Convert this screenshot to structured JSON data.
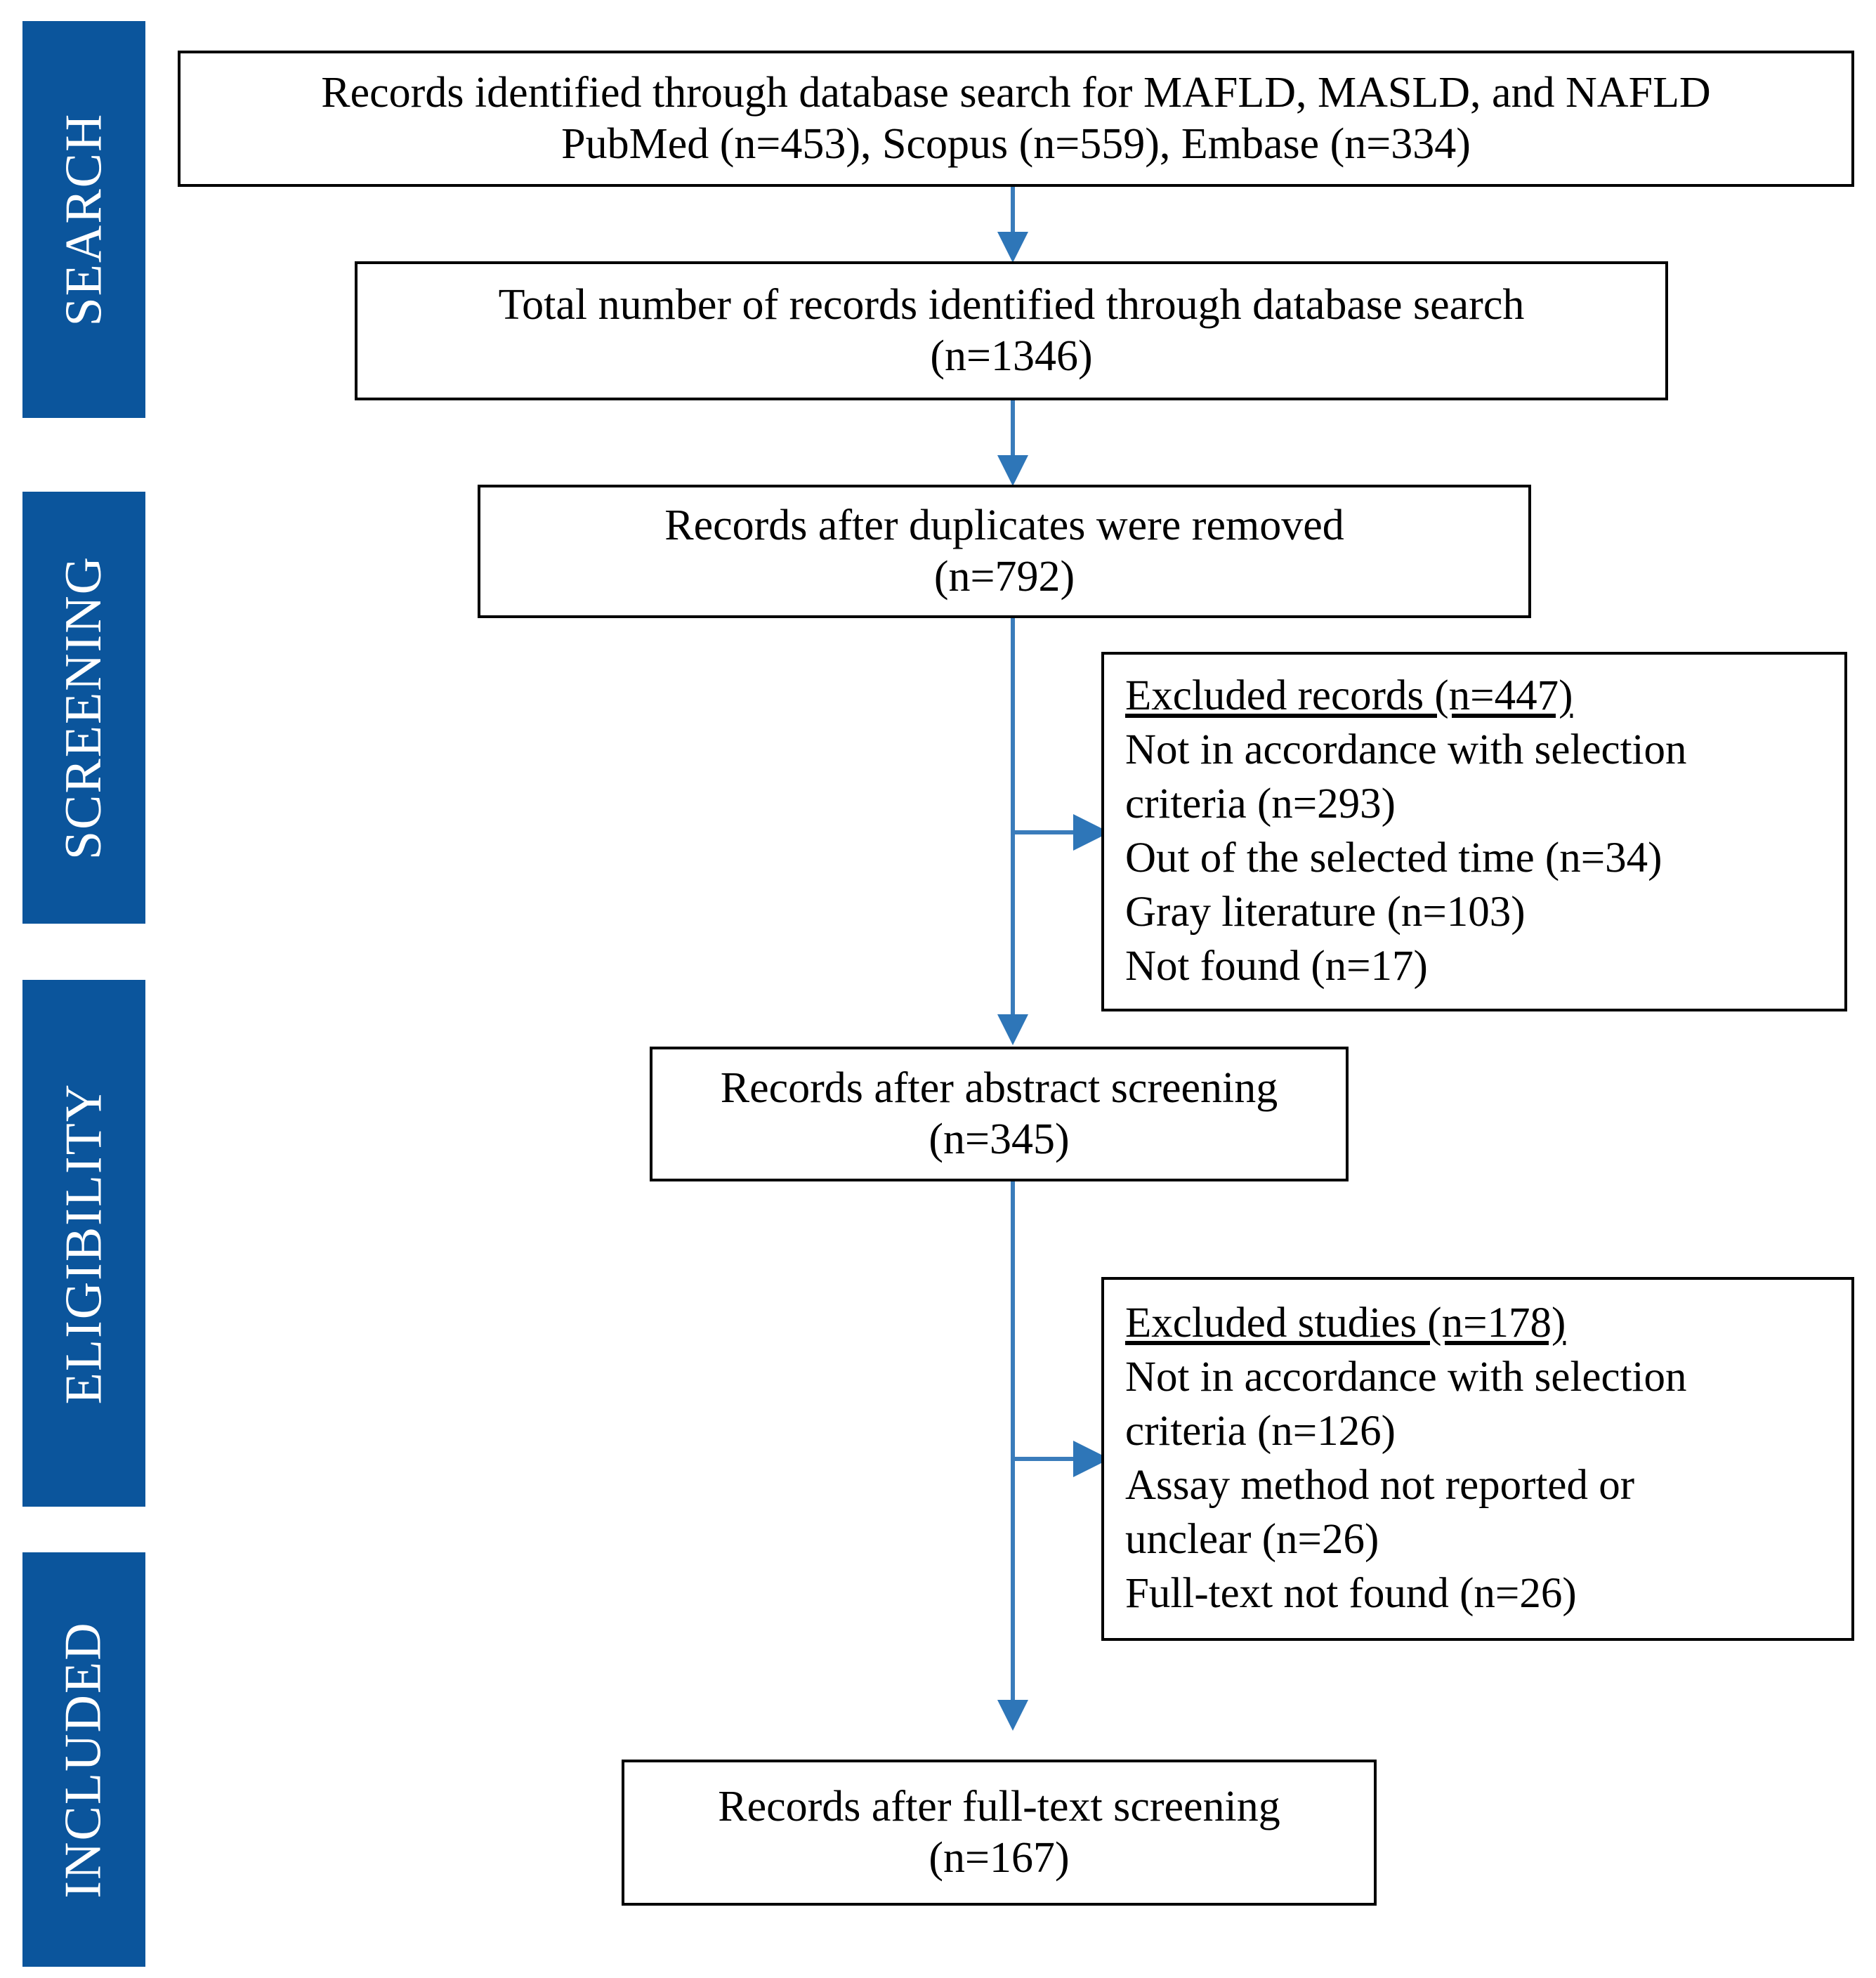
{
  "diagram": {
    "title": "PRISMA study selection flow diagram",
    "accent_blue": "#0b559c",
    "connector_blue": "#2e76b8",
    "box_border": "#000000"
  },
  "stages": [
    {
      "id": "search",
      "label": "SEARCH"
    },
    {
      "id": "screening",
      "label": "SCREENING"
    },
    {
      "id": "eligibility",
      "label": "ELIGIBILITY"
    },
    {
      "id": "included",
      "label": "INCLUDED"
    }
  ],
  "boxes": {
    "identified": {
      "line1": "Records identified through database search for MAFLD, MASLD, and NAFLD",
      "line2": "PubMed (n=453), Scopus (n=559), Embase (n=334)"
    },
    "total": {
      "line1": "Total number of records identified through database search",
      "line2": "(n=1346)"
    },
    "duplicates": {
      "line1": "Records after duplicates were removed",
      "line2": "(n=792)"
    },
    "abstract_screened": {
      "line1": "Records after abstract screening",
      "line2": "(n=345)"
    },
    "fulltext_screened": {
      "line1": "Records after full-text screening",
      "line2": "(n=167)"
    },
    "excluded_records": {
      "header": "Excluded records (n=447)",
      "line1": "Not in accordance with selection",
      "line2": "criteria (n=293)",
      "line3": "Out of the selected time (n=34)",
      "line4": "Gray literature (n=103)",
      "line5": "Not found (n=17)"
    },
    "excluded_studies": {
      "header": "Excluded studies (n=178)",
      "line1": "Not in accordance with selection",
      "line2": "criteria (n=126)",
      "line3": "Assay method not reported or",
      "line4": "unclear (n=26)",
      "line5": "Full-text not found (n=26)"
    }
  },
  "chart_data": {
    "type": "diagram",
    "title": "PRISMA flow of records through identification, screening, eligibility and inclusion",
    "nodes": [
      {
        "id": "identified",
        "stage": "SEARCH",
        "n_total": 1346,
        "sources": {
          "PubMed": 453,
          "Scopus": 559,
          "Embase": 334
        }
      },
      {
        "id": "total",
        "stage": "SEARCH",
        "n": 1346
      },
      {
        "id": "duplicates",
        "stage": "SCREENING",
        "n": 792
      },
      {
        "id": "excluded_records",
        "stage": "SCREENING",
        "n": 447,
        "reasons": [
          {
            "reason": "Not in accordance with selection criteria",
            "n": 293
          },
          {
            "reason": "Out of the selected time",
            "n": 34
          },
          {
            "reason": "Gray literature",
            "n": 103
          },
          {
            "reason": "Not found",
            "n": 17
          }
        ]
      },
      {
        "id": "abstract_screened",
        "stage": "ELIGIBILITY",
        "n": 345
      },
      {
        "id": "excluded_studies",
        "stage": "ELIGIBILITY",
        "n": 178,
        "reasons": [
          {
            "reason": "Not in accordance with selection criteria",
            "n": 126
          },
          {
            "reason": "Assay method not reported or unclear",
            "n": 26
          },
          {
            "reason": "Full-text not found",
            "n": 26
          }
        ]
      },
      {
        "id": "fulltext_screened",
        "stage": "INCLUDED",
        "n": 167
      }
    ],
    "edges": [
      {
        "from": "identified",
        "to": "total"
      },
      {
        "from": "total",
        "to": "duplicates"
      },
      {
        "from": "duplicates",
        "to": "excluded_records",
        "type": "exclusion"
      },
      {
        "from": "duplicates",
        "to": "abstract_screened"
      },
      {
        "from": "abstract_screened",
        "to": "excluded_studies",
        "type": "exclusion"
      },
      {
        "from": "abstract_screened",
        "to": "fulltext_screened"
      }
    ]
  }
}
